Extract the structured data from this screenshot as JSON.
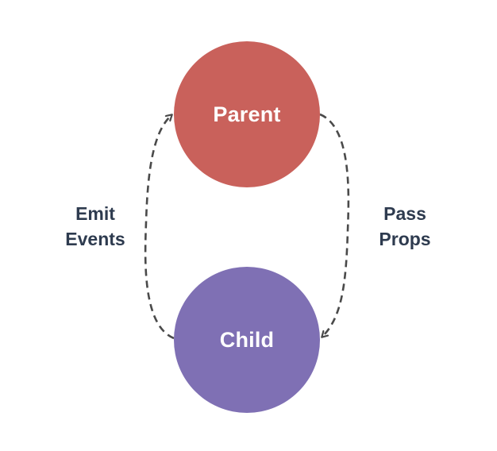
{
  "nodes": {
    "parent": {
      "label": "Parent",
      "color": "#c9615b"
    },
    "child": {
      "label": "Child",
      "color": "#7f70b4"
    }
  },
  "edges": {
    "left": {
      "line1": "Emit",
      "line2": "Events",
      "direction": "child-to-parent"
    },
    "right": {
      "line1": "Pass",
      "line2": "Props",
      "direction": "parent-to-child"
    }
  },
  "colors": {
    "arrow": "#4a4a4a",
    "label": "#2e3b4f",
    "background": "#ffffff"
  }
}
